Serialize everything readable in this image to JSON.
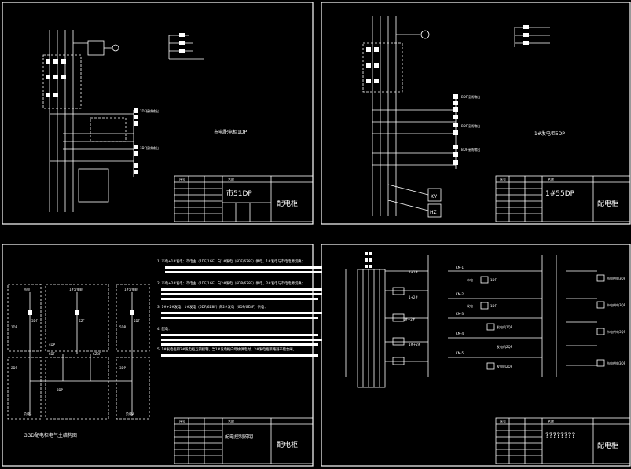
{
  "sheets": {
    "top_left": {
      "name": "市电配电柜1DP",
      "title_block": {
        "header_cells": [
          "序号",
          "名称"
        ],
        "code": "市51DP",
        "type": "配电柜"
      },
      "breakers": [
        "1DF接线输出",
        "1DF接线输出"
      ]
    },
    "top_right": {
      "name": "1#发电柜5DP",
      "title_block": {
        "header_cells": [
          "序号",
          "名称"
        ],
        "code": "1#55DP",
        "type": "配电柜"
      },
      "breakers": [
        "BDF接线输出",
        "BDF接线输出",
        "BDF接线输出"
      ],
      "meters": [
        "KV",
        "HZ"
      ]
    },
    "bottom_left": {
      "caption": "GGD配电柜电气主结构图",
      "sources": [
        "市电",
        "1#发电机",
        "1#发电机"
      ],
      "section_labels": [
        "1DP",
        "4DP",
        "5DP"
      ],
      "breaker_labels": [
        "3DF",
        "6ZF",
        "6DF",
        "6Z8F",
        "5DF"
      ],
      "bus_labels": [
        "2DP",
        "3DP",
        "3DP"
      ],
      "loads": [
        "负载1",
        "负载2"
      ],
      "notes": [
        "1. 市电+1#发电：市电主（1DF/1GF）向1#发电（6DF/6Z8F）供电，1#发电与市电电源切换：",
        "2. 市电+2#发电：市电主（1DF/1GF）向2#发电（6DP/6Z8F）供电，2#发电与市电电源切换：",
        "3. 1#+2#发电：1#发电（6DF/6Z8F）向2#发电（6DF/6Z8F）供电：",
        "4. 配电：",
        "5. 1#发电柜和2#发电柜互锁控制，当1#发电柜向母线供电时，2#发电柜断路器不能合闸。"
      ],
      "title_block": {
        "header_cells": [
          "序号",
          "名称"
        ],
        "code": "配电控制说明",
        "type": "配电柜"
      }
    },
    "bottom_right": {
      "left_labels": [
        "1+1#",
        "1+2#",
        "1#+2#",
        "1#+2#"
      ],
      "relay_rows": [
        {
          "code": "KM-1",
          "a": "市电",
          "b": "1DF"
        },
        {
          "code": "KM-2",
          "a": "发电",
          "b": "1DF"
        },
        {
          "code": "KM-3",
          "a": "",
          "b": "发电机1QF"
        },
        {
          "code": "KM-4",
          "a": "",
          "b": "发电机2QF"
        },
        {
          "code": "KM-5",
          "a": "",
          "b": "发电机2QF"
        }
      ],
      "right_rows": [
        "市电供电3QF",
        "市电供电3QF",
        "市电供电3QF",
        "市电供电3QF"
      ],
      "title_block": {
        "header_cells": [
          "序号",
          "名称"
        ],
        "code": "????????",
        "type": "配电柜"
      }
    }
  }
}
